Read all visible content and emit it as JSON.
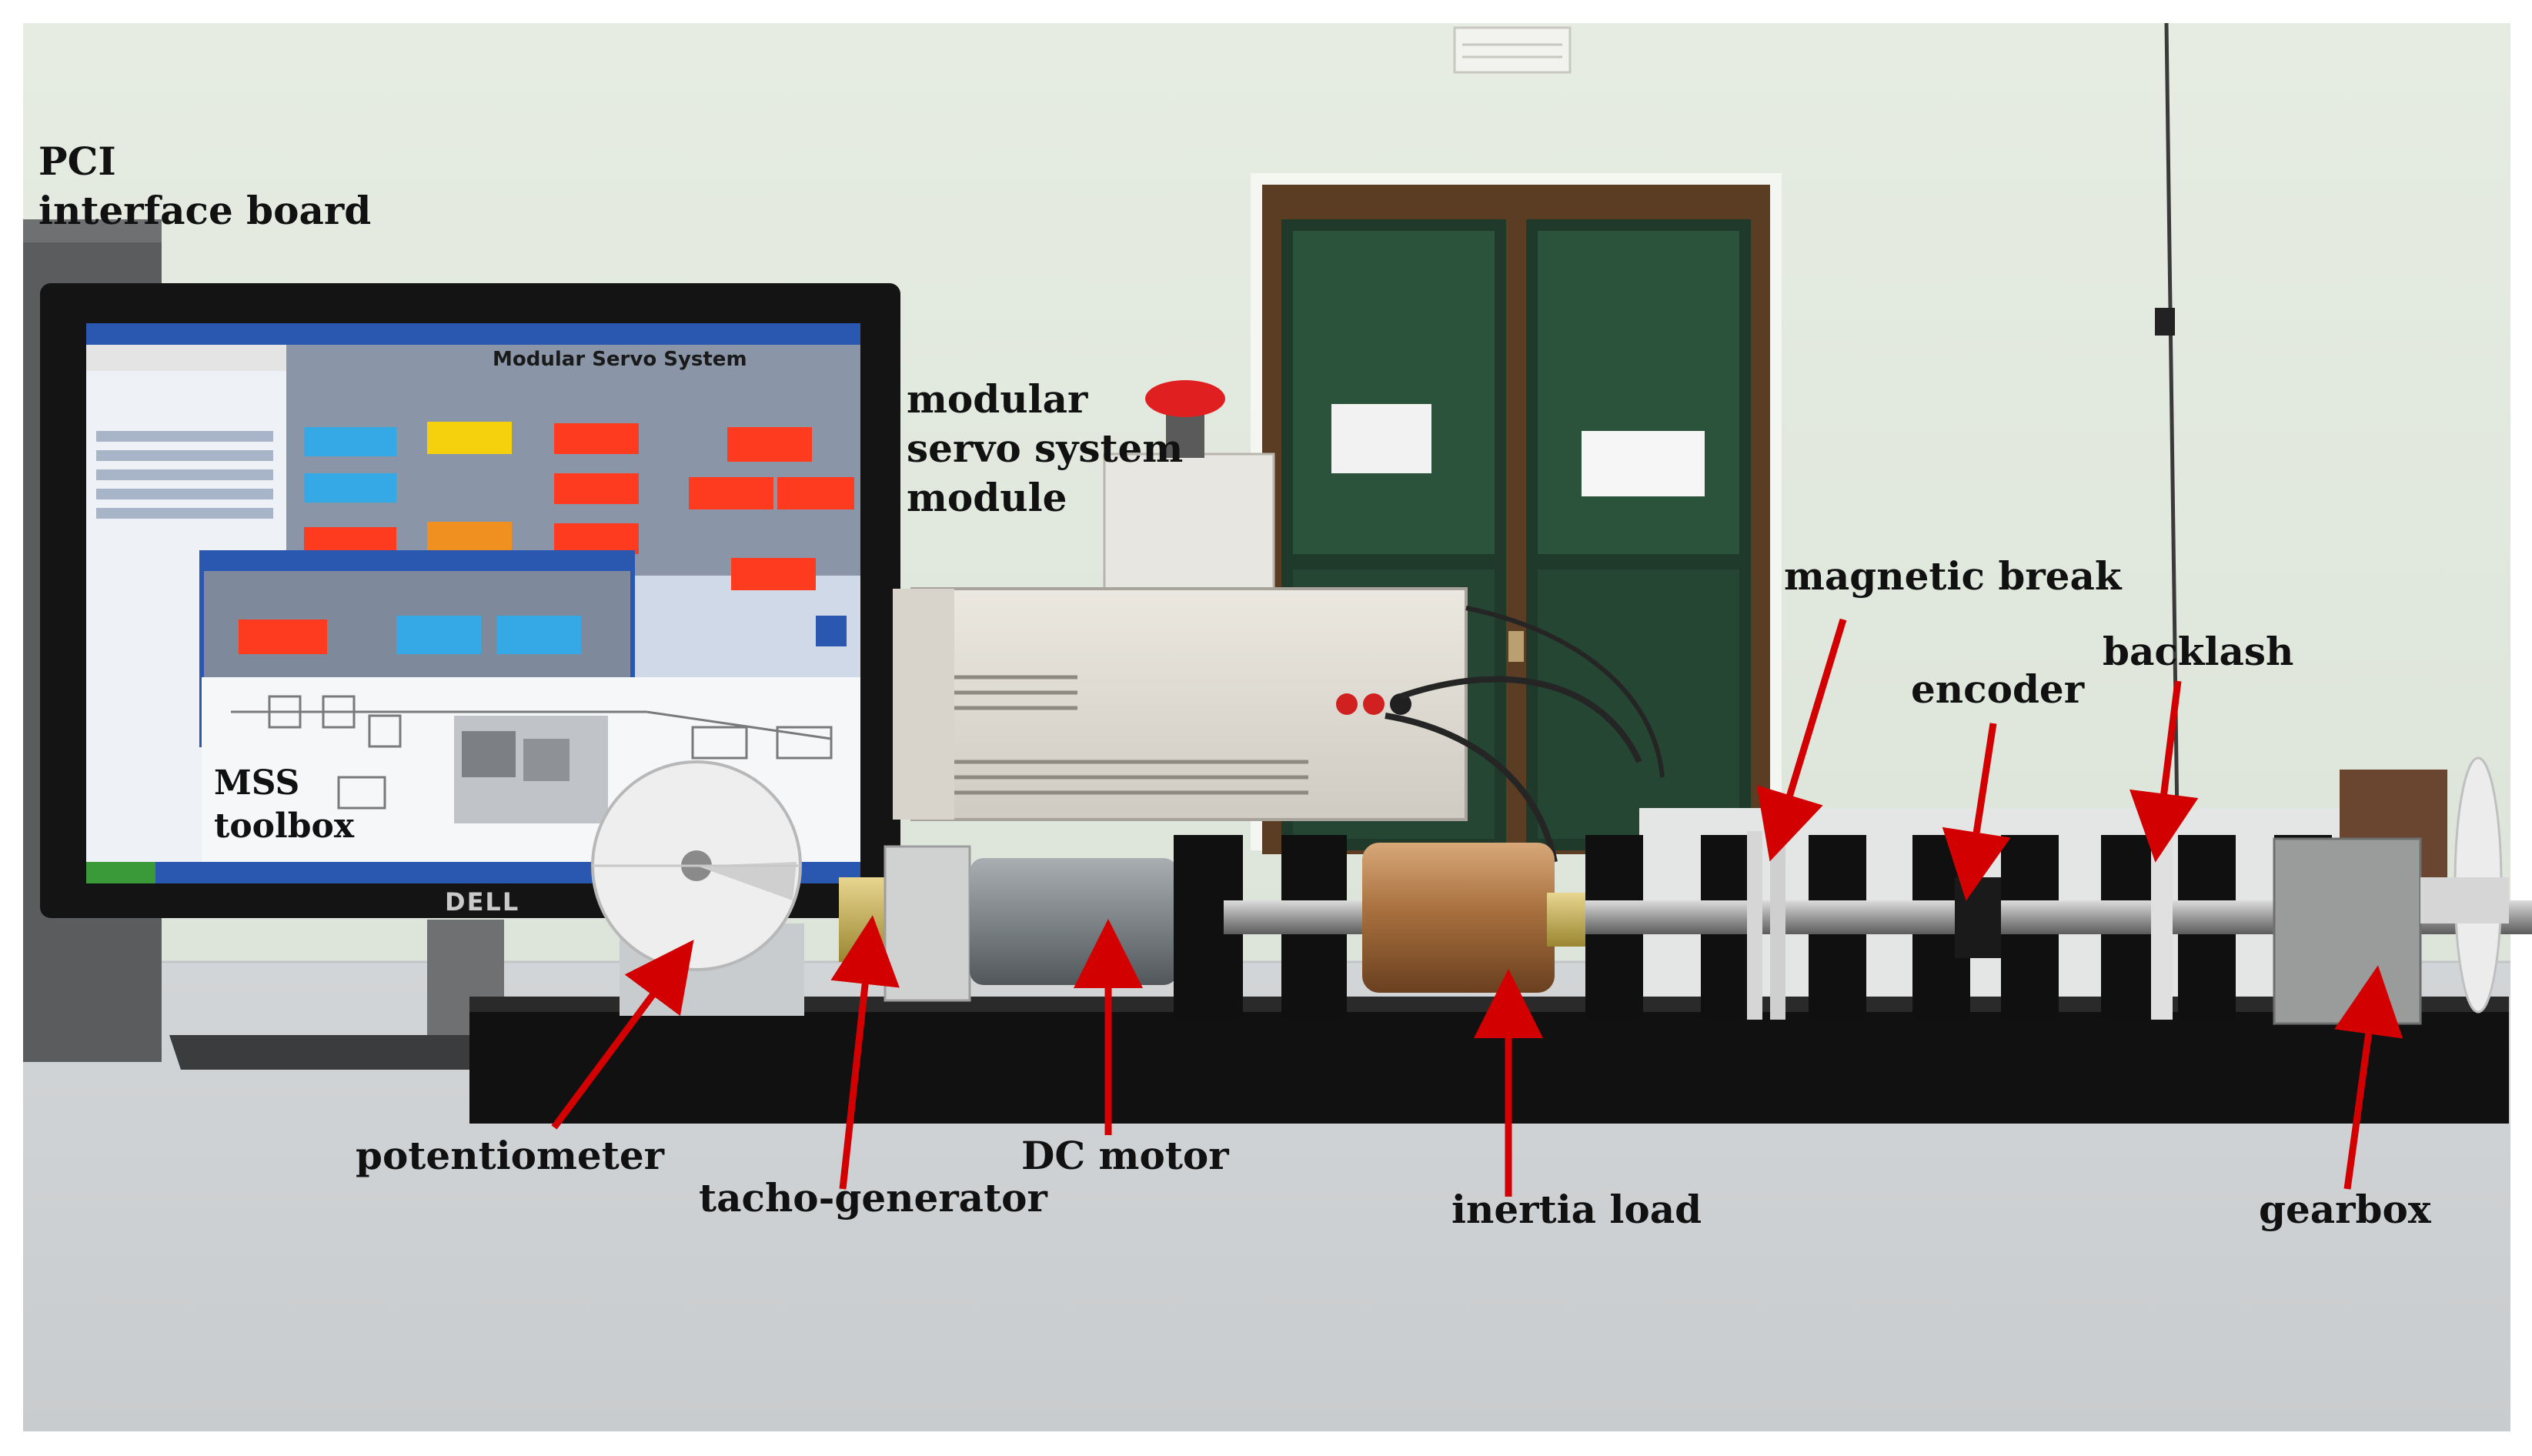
{
  "photo": {
    "labels": {
      "pci_board": [
        "PCI",
        "interface board"
      ],
      "servo_module": [
        "modular",
        "servo system",
        "module"
      ],
      "mss_toolbox": [
        "MSS",
        "toolbox"
      ],
      "magnetic_break": "magnetic break",
      "backlash": "backlash",
      "encoder": "encoder",
      "potentiometer": "potentiometer",
      "tacho_generator": "tacho-generator",
      "dc_motor": "DC motor",
      "inertia_load": "inertia load",
      "gearbox": "gearbox"
    },
    "screen_title": "Modular Servo System",
    "monitor_brand": "DELL",
    "colors": {
      "wall": "#dfe7dc",
      "floor": "#d3d6d8",
      "arrow": "#d20000",
      "frame": "#141414"
    }
  }
}
